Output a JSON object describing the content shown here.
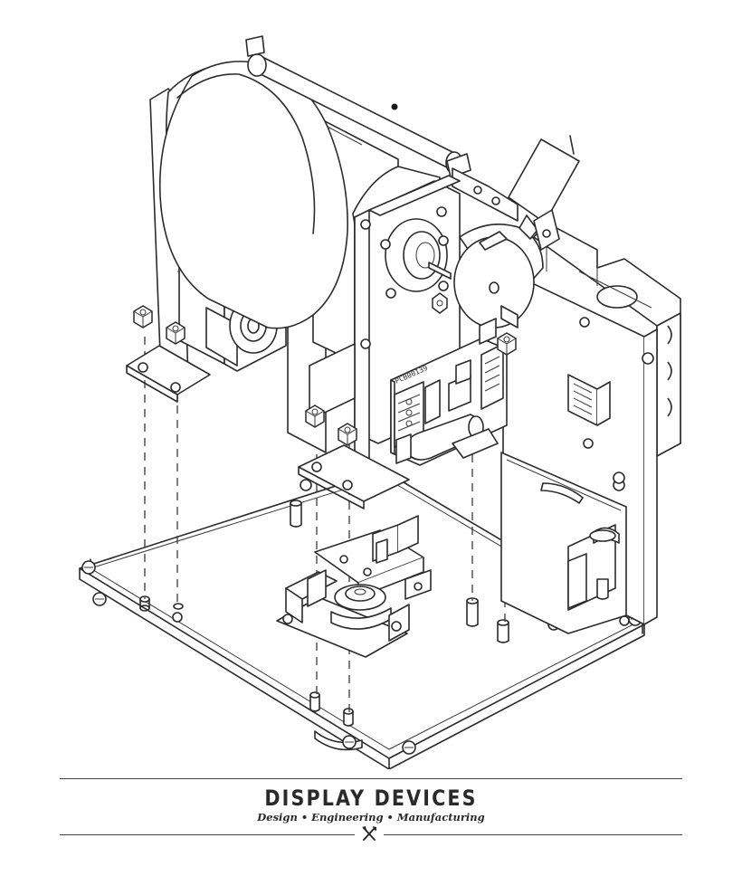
{
  "footer": {
    "brand_name": "DISPLAY DEVICES",
    "tagline": "Design • Engineering • Manufacturing",
    "emblem_icon": "crossed-tools-icon"
  },
  "drawing": {
    "pcb_label": "PCB00139"
  },
  "colors": {
    "line": "#2b2b2b",
    "background": "#ffffff"
  }
}
